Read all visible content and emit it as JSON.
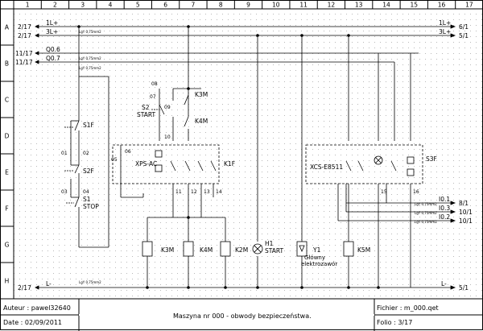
{
  "frame": {
    "columns": [
      "1",
      "2",
      "3",
      "4",
      "5",
      "6",
      "7",
      "8",
      "9",
      "10",
      "11",
      "12",
      "13",
      "14",
      "15",
      "16",
      "17"
    ],
    "rows": [
      "A",
      "B",
      "C",
      "D",
      "E",
      "F",
      "G",
      "H"
    ]
  },
  "buses": {
    "l1_left": "2/17",
    "l1_label": "1L+",
    "l1_right": "6/1",
    "l3_left": "2/17",
    "l3_label": "3L+",
    "l3_right": "5/1",
    "q06_left": "11/17",
    "q06_label": "Q0.6",
    "q07_left": "11/17",
    "q07_label": "Q0.7",
    "lminus_left": "2/17",
    "lminus_label": "L-",
    "lminus_right": "5/1"
  },
  "outputs": [
    {
      "label": "I0.1",
      "ref": "8/1"
    },
    {
      "label": "I0.3",
      "ref": "10/1"
    },
    {
      "label": "I0.2",
      "ref": "10/1"
    }
  ],
  "wire_spec": "LgY 0,75mm2",
  "components": {
    "s1f": "S1F",
    "s2f": "S2F",
    "s1": "S1",
    "s1_desc": "STOP",
    "s2": "S2",
    "s2_desc": "START",
    "k3m_contact": "K3M",
    "k4m_contact": "K4M",
    "k1f_module": "XPS-AC",
    "k1f": "K1F",
    "s3f_module": "XCS-E8511",
    "s3f": "S3F",
    "coil_k3m": "K3M",
    "coil_k4m": "K4M",
    "coil_k2m": "K2M",
    "lamp_h1": "H1",
    "lamp_h1_desc": "START",
    "valve_y1": "Y1",
    "valve_y1_desc1": "Główny",
    "valve_y1_desc2": "elektrozawór",
    "coil_k5m": "K5M"
  },
  "wire_numbers": [
    "01",
    "02",
    "03",
    "04",
    "05",
    "06",
    "07",
    "08",
    "09",
    "10",
    "11",
    "12",
    "13",
    "14",
    "15",
    "16"
  ],
  "title_block": {
    "author": "Auteur : pawel32640",
    "date": "Date : 02/09/2011",
    "title": "Maszyna nr 000 - obwody bezpieczeństwa.",
    "file": "Fichier : m_000.qet",
    "folio": "Folio : 3/17"
  }
}
